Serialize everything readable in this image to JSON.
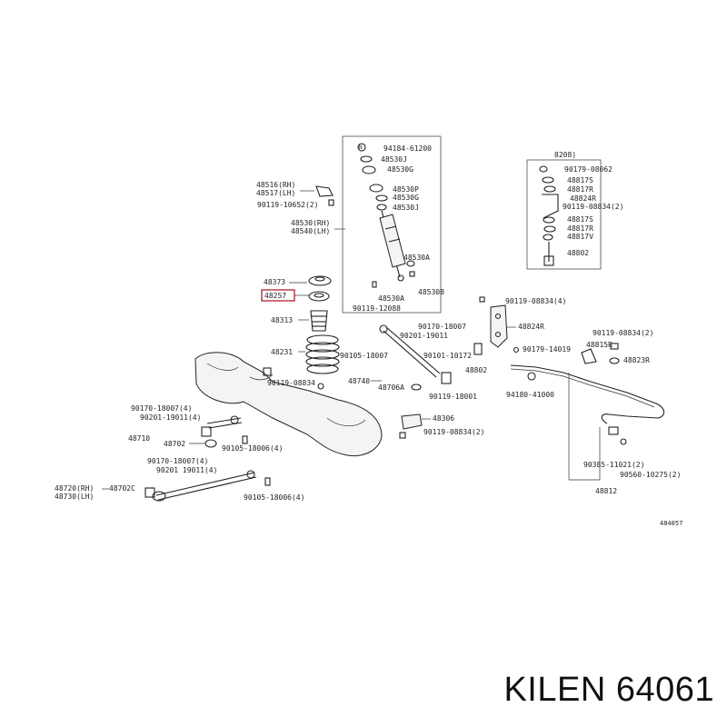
{
  "caption": {
    "brand": "KILEN",
    "part_no": "64061"
  },
  "figure_code": "484057",
  "highlighted_part": "48257",
  "labels": {
    "p94184": "94184-61200",
    "p48530J_a": "48530J",
    "p48530G_a": "48530G",
    "p48516": "48516(RH)",
    "p48517": "48517(LH)",
    "p90119_10652": "90119-10652(2)",
    "p48530P": "48530P",
    "p48530G_b": "48530G",
    "p48530J_b": "48530J",
    "p48530": "48530(RH)",
    "p48540": "48540(LH)",
    "p48530A_a": "48530A",
    "p48530A_b": "48530A",
    "p48530B": "48530B",
    "p90119_12088": "90119-12088",
    "p48373": "48373",
    "p48257": "48257",
    "p48313": "48313",
    "p48231": "48231",
    "p8208": "8208)",
    "p90179_08062": "90179-08062",
    "p48817S_a": "48817S",
    "p48817R_a": "48817R",
    "p48824R_a": "48824R",
    "p90119_08834_r": "90119-08834(2)",
    "p48817S_b": "48817S",
    "p48817R_b": "48817R",
    "p48817V": "48817V",
    "p48802_a": "48802",
    "p90119_08834_4": "90119-08834(4)",
    "p48824R_b": "48824R",
    "p90170_18007_a": "90170-18007",
    "p90201_19011_a": "90201-19011",
    "p90105_18007": "90105-18007",
    "p90101_10172": "90101-10172",
    "p90119_08834_m": "90119-08834(2)",
    "p90179_14019": "90179-14019",
    "p48815R": "48815R",
    "p48823R": "48823R",
    "p48802_b": "48802",
    "p90119_08834_c": "90119-08834",
    "p48740": "48740",
    "p48706A": "48706A",
    "p90119_18001": "90119-18001",
    "p94180_41000": "94180-41000",
    "p90170_18007_4": "90170-18007(4)",
    "p90201_19011_4a": "90201-19011(4)",
    "p48710": "48710",
    "p48702_a": "48702",
    "p90105_18006_a": "90105-18006(4)",
    "p48306": "48306",
    "p90119_08834_2b": "90119-08834(2)",
    "p90170_18007_4b": "90170-18007(4)",
    "p90201_19011_4b": "90201 19011(4)",
    "p48720": "48720(RH)",
    "p48730": "48730(LH)",
    "p48702C": "48702C",
    "p90105_18006_b": "90105-18006(4)",
    "p90385_11021": "90385-11021(2)",
    "p90560_10275": "90560-10275(2)",
    "p48812": "48812"
  }
}
